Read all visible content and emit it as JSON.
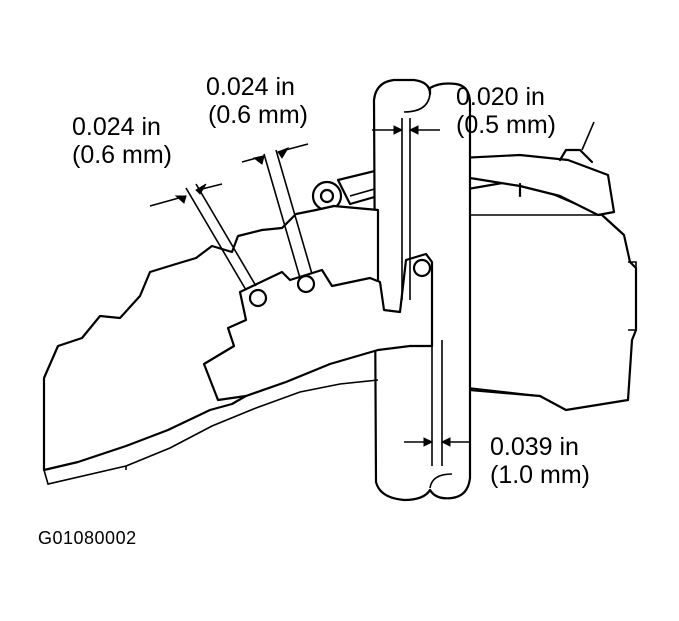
{
  "diagram": {
    "figure_code": "G01080002",
    "callouts": {
      "gap_left_in": "0.024 in",
      "gap_left_mm": "(0.6 mm)",
      "gap_middle_in": "0.024 in",
      "gap_middle_mm": "(0.6 mm)",
      "gap_top_right_in": "0.020 in",
      "gap_top_right_mm": "(0.5 mm)",
      "gap_bottom_right_in": "0.039 in",
      "gap_bottom_right_mm": "(1.0 mm)"
    }
  }
}
